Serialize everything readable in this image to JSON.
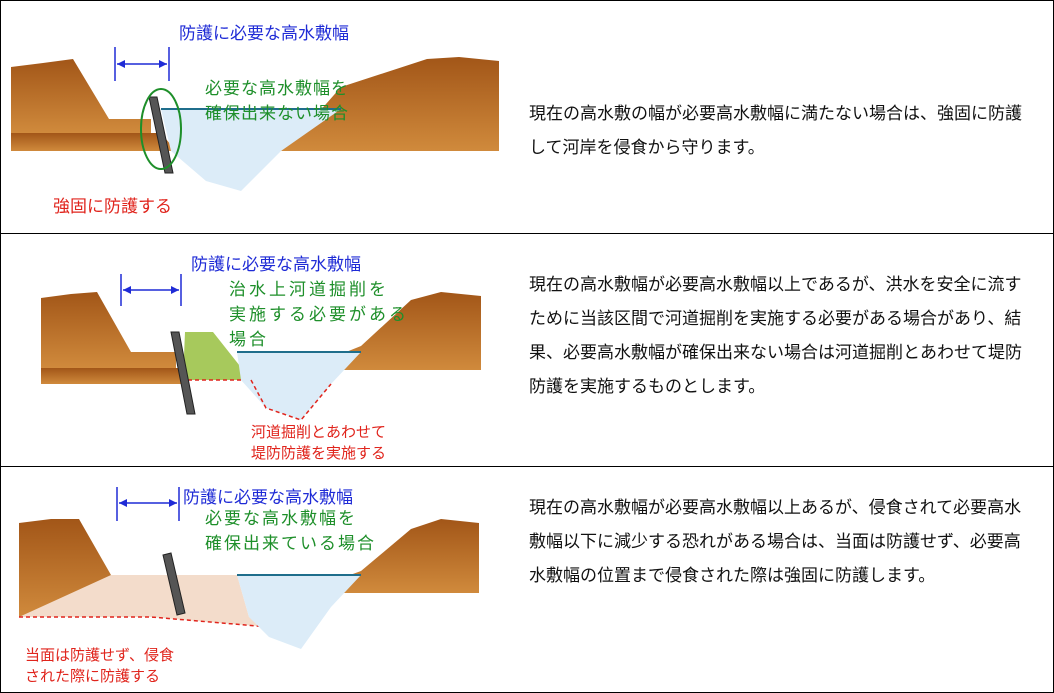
{
  "rows": [
    {
      "width_label": "防護に必要な高水敷幅",
      "condition": "必要な高水敷幅を\n確保出来ない場合",
      "action": "強固に防護する",
      "description": "現在の高水敷の幅が必要高水敷幅に満たない場合は、強固に防護して河岸を侵食から守ります。"
    },
    {
      "width_label": "防護に必要な高水敷幅",
      "condition": "治水上河道掘削を\n実施する必要がある\n場合",
      "action": "河道掘削とあわせて\n堤防防護を実施する",
      "description": "現在の高水敷幅が必要高水敷幅以上であるが、洪水を安全に流すために当該区間で河道掘削を実施する必要がある場合があり、結果、必要高水敷幅が確保出来ない場合は河道掘削とあわせて堤防防護を実施するものとします。"
    },
    {
      "width_label": "防護に必要な高水敷幅",
      "condition": "必要な高水敷幅を\n確保出来ている場合",
      "action": "当面は防護せず、侵食\nされた際に防護する",
      "description": "現在の高水敷幅が必要高水敷幅以上あるが、侵食されて必要高水敷幅以下に減少する恐れがある場合は、当面は防護せず、必要高水敷幅の位置まで侵食された際は強固に防護します。"
    }
  ],
  "colors": {
    "embankment": "#b5651d",
    "water": "#dcecf8",
    "water_line": "#1f6e8c",
    "excavation": "#a7c95c",
    "erosion": "#f3dccb",
    "label_blue": "#1f2bd6",
    "label_green": "#1e8f2a",
    "label_red": "#e0241c"
  }
}
